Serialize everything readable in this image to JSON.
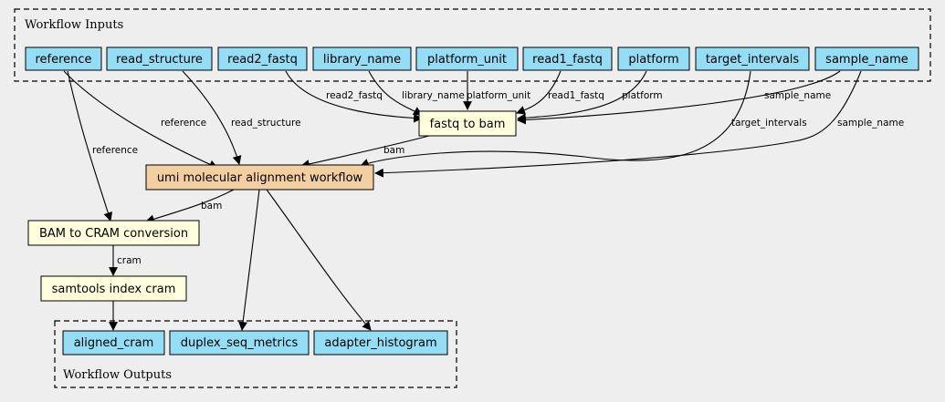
{
  "clusters": {
    "inputs_label": "Workflow Inputs",
    "outputs_label": "Workflow Outputs"
  },
  "inputs": {
    "reference": "reference",
    "read_structure": "read_structure",
    "read2_fastq": "read2_fastq",
    "library_name": "library_name",
    "platform_unit": "platform_unit",
    "read1_fastq": "read1_fastq",
    "platform": "platform",
    "target_intervals": "target_intervals",
    "sample_name": "sample_name"
  },
  "steps": {
    "fastq_to_bam": "fastq to bam",
    "umi_workflow": "umi molecular alignment workflow",
    "bam_to_cram": "BAM to CRAM conversion",
    "samtools_index": "samtools index cram"
  },
  "outputs": {
    "aligned_cram": "aligned_cram",
    "duplex_seq_metrics": "duplex_seq_metrics",
    "adapter_histogram": "adapter_histogram"
  },
  "edge_labels": {
    "read2_fastq": "read2_fastq",
    "library_name": "library_name",
    "platform_unit": "platform_unit",
    "read1_fastq": "read1_fastq",
    "platform": "platform",
    "sample_name_fastq": "sample_name",
    "reference_umi": "reference",
    "read_structure_umi": "read_structure",
    "target_intervals_umi": "target_intervals",
    "sample_name_umi": "sample_name",
    "bam_fastq_umi": "bam",
    "reference_cram": "reference",
    "bam_umi_cram": "bam",
    "cram": "cram"
  },
  "colors": {
    "input_fill": "#94ddf4",
    "step_fill": "#ffffdd",
    "subworkflow_fill": "#f3cea1",
    "background": "#eeeeee"
  }
}
